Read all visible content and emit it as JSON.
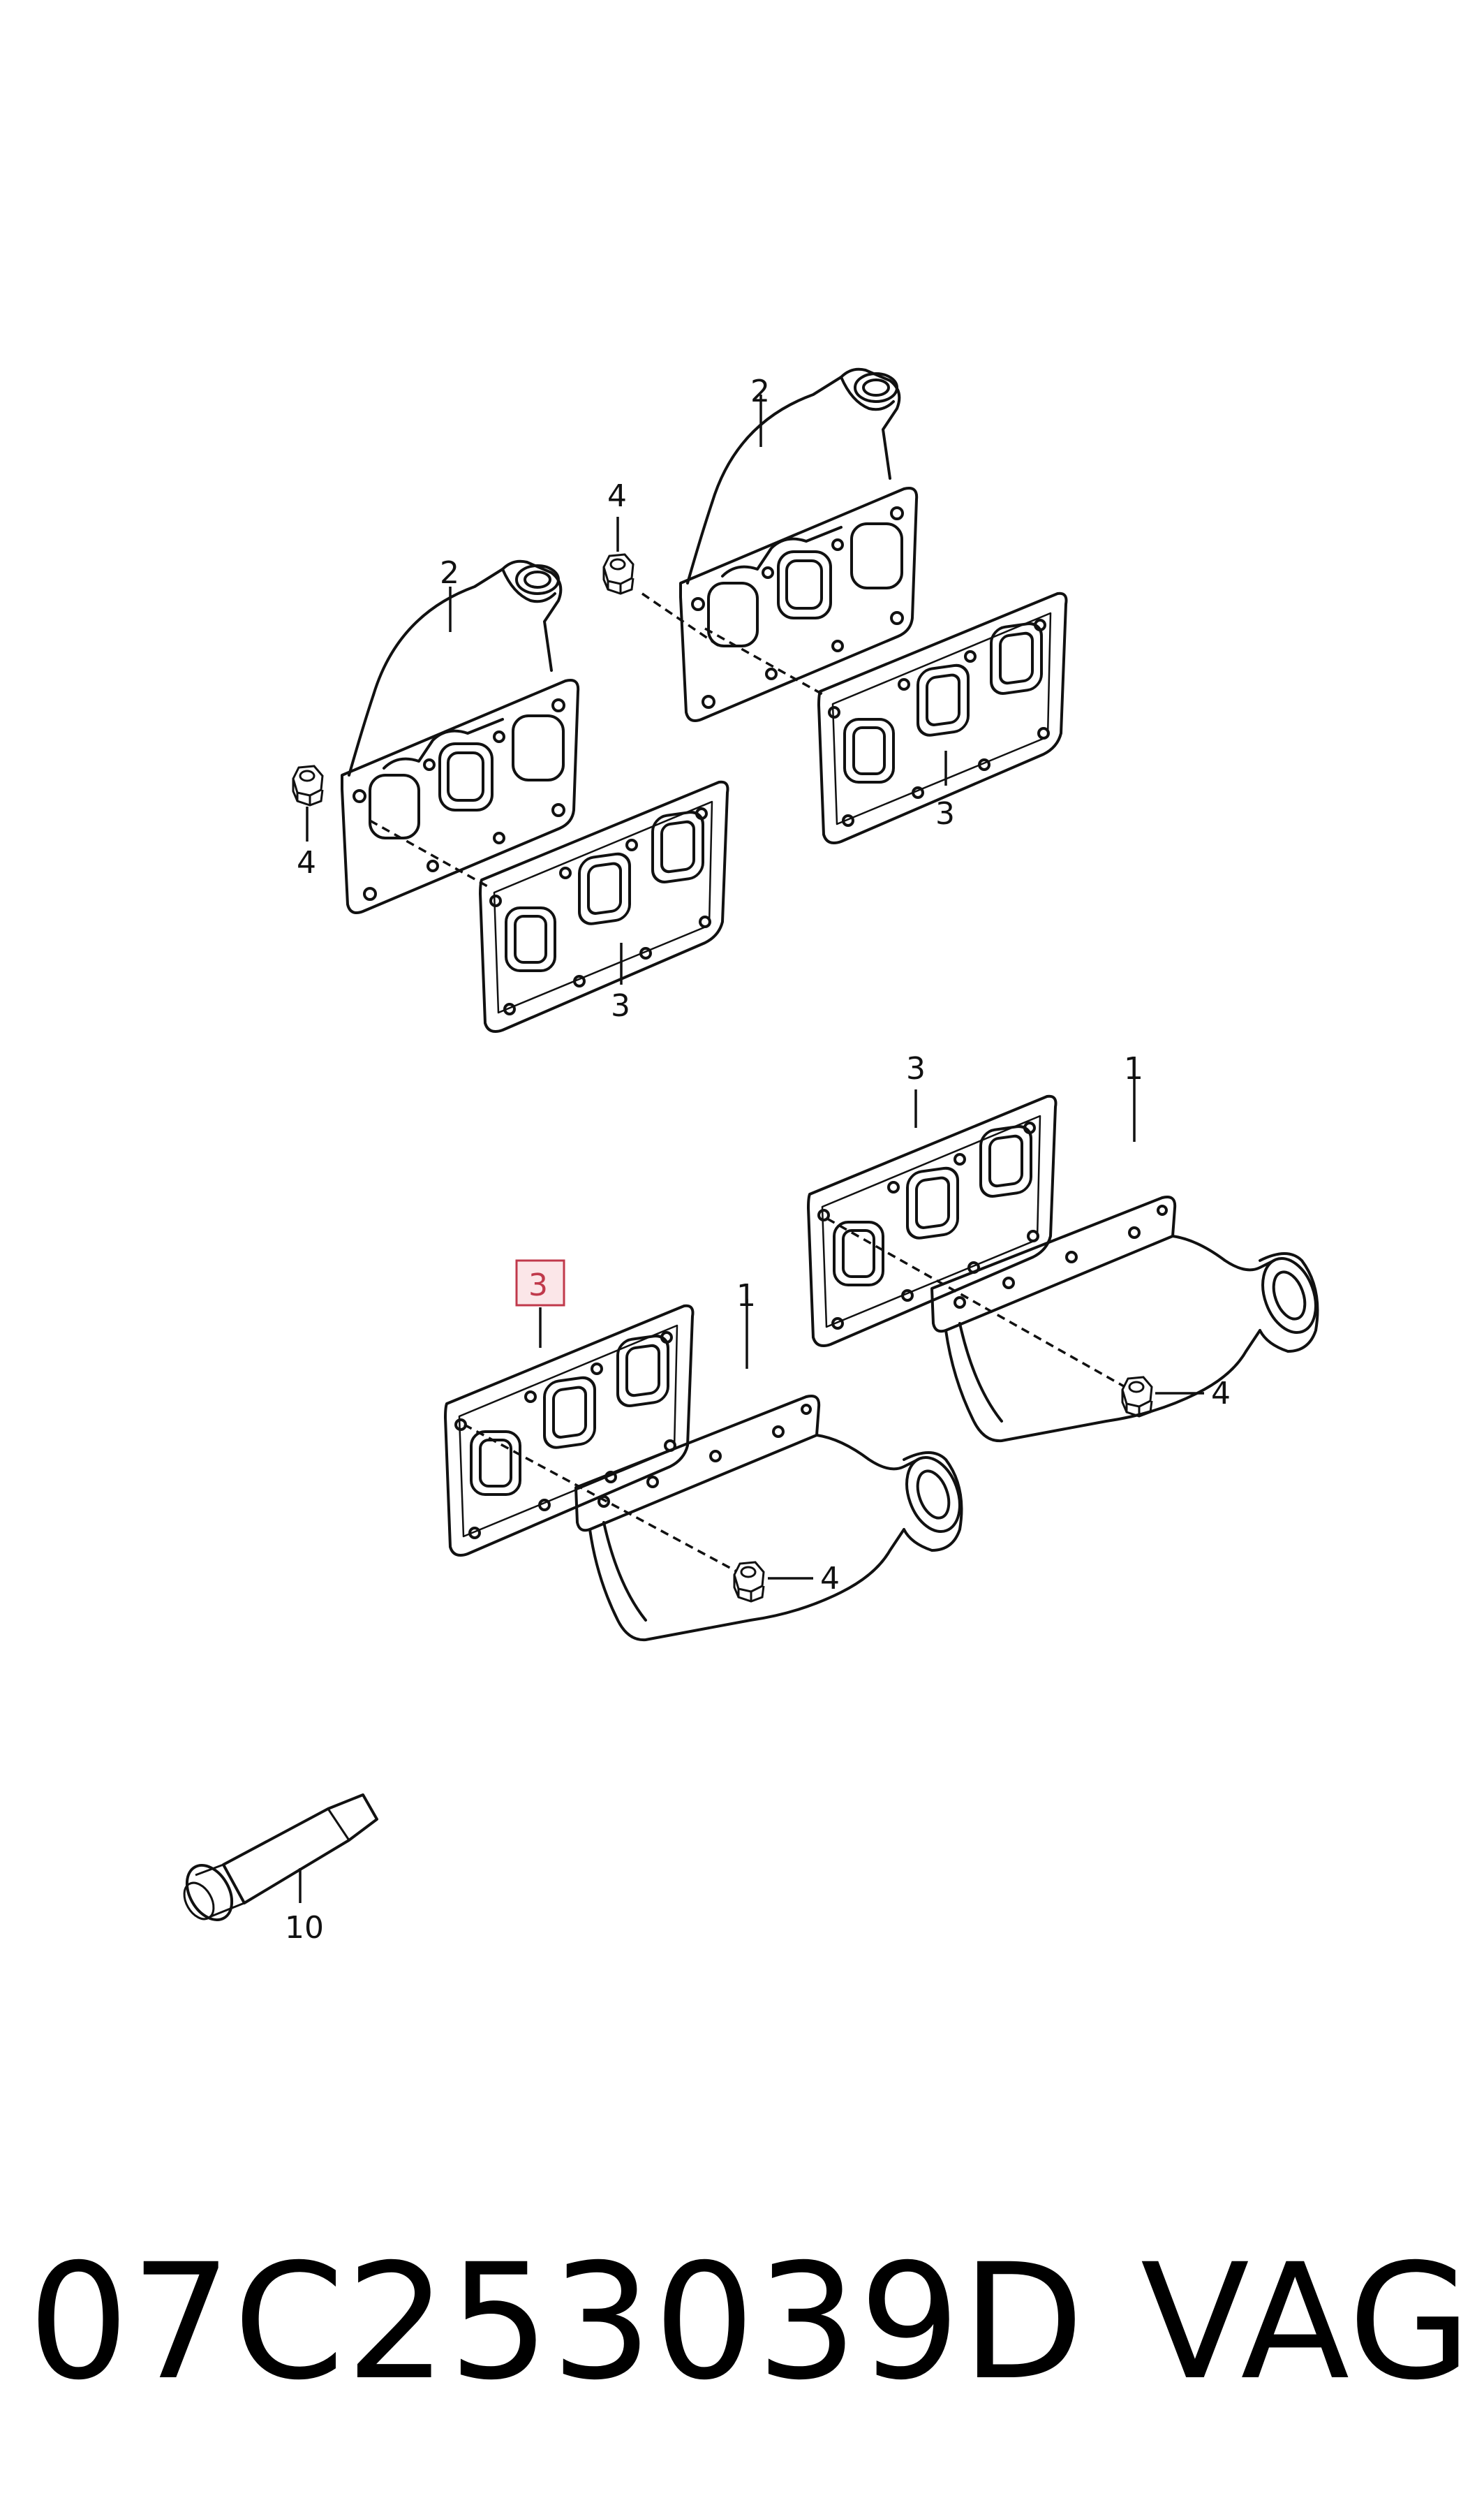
{
  "diagram": {
    "callouts": {
      "a_manifold": "2",
      "a_nut": "4",
      "a_gasket": "3",
      "b_manifold": "2",
      "b_nut": "4",
      "b_gasket": "3",
      "c_gasket": "3",
      "c_manifold": "1",
      "c_nut": "4",
      "d_gasket": "3",
      "d_manifold": "1",
      "d_nut": "4",
      "sealant": "10"
    },
    "highlighted_callout": "3",
    "highlight_color": "#c0394b"
  },
  "footer": {
    "part_number": "07C253039D",
    "brand": "VAG"
  }
}
